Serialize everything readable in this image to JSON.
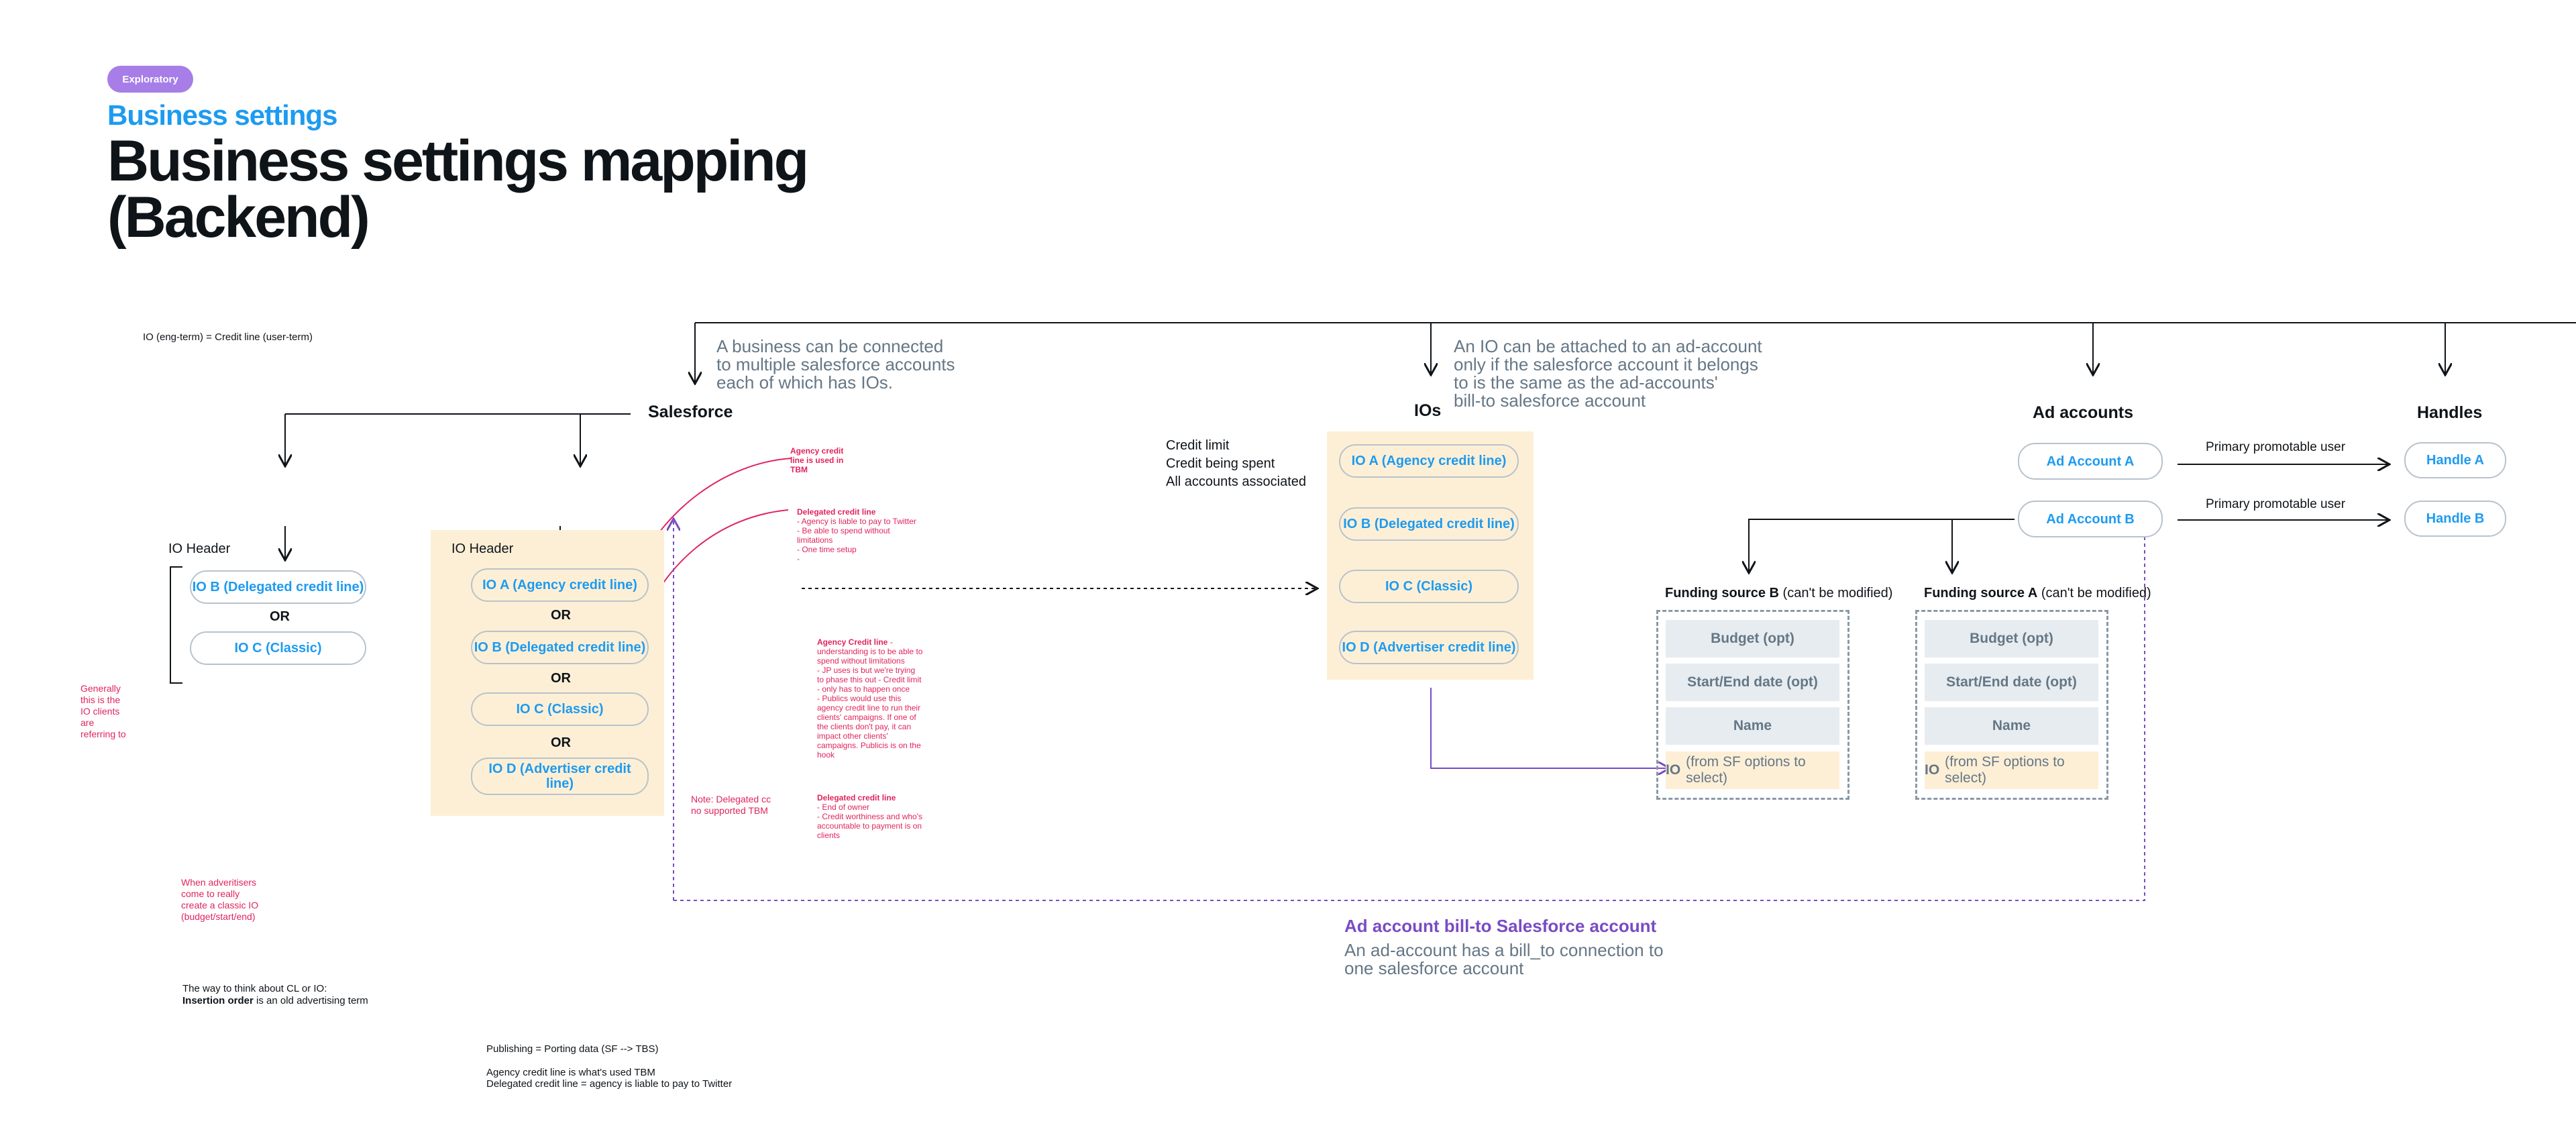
{
  "header": {
    "badge": "Exploratory",
    "kicker": "Business settings",
    "title_line1": "Business settings mapping",
    "title_line2": "(Backend)"
  },
  "notes": {
    "io_term": "IO (eng-term) = Credit line (user-term)",
    "generally": "Generally\nthis is the\nIO clients\nare\nreferring to",
    "advertisers": "When adveritisers\ncome to really\ncreate a classic IO\n(budget/start/end)",
    "think_line1": "The way to think about CL or IO:",
    "think_bold": "Insertion order",
    "think_rest": " is an old advertising term",
    "publishing": "Publishing = Porting data (SF -->  TBS)",
    "agency_used": "Agency credit line is what's used TBM",
    "delegated_liable": "Delegated credit line = agency is liable to pay to Twitter",
    "note_delegated": "Note: Delegated cc\nno supported TBM"
  },
  "red_notes": {
    "agency_used_title": "Agency credit\nline is used in\nTBM",
    "delegated_title": "Delegated credit line",
    "delegated_body": "- Agency is liable to pay to Twitter\n- Be able to spend without\nlimitations\n- One time setup\n-",
    "agency_title": "Agency Credit line",
    "agency_body": " -\nunderstanding is to be able to\nspend without limitations\n- JP uses is but we're trying\nto phase this out - Credit limit\n- only has to happen once\n- Publics would use this\nagency credit line to run their\nclients' campaigns. If one of\nthe clients don't pay, it can\nimpact other clients'\ncampaigns. Publicis is on the\nhook",
    "delegated2_title": "Delegated credit line",
    "delegated2_body": "- End of owner\n- Credit worthiness and who's\naccountable to payment is on\nclients"
  },
  "salesforce": {
    "heading": "Salesforce",
    "desc": "A business can be connected\nto multiple salesforce accounts\neach of which has IOs."
  },
  "left_group": {
    "header": "IO Header",
    "items": [
      "IO B (Delegated credit line)",
      "IO C (Classic)"
    ],
    "or": "OR"
  },
  "mid_group": {
    "header": "IO Header",
    "items": [
      "IO A (Agency credit line)",
      "IO B (Delegated credit line)",
      "IO C (Classic)",
      "IO D (Advertiser credit line)"
    ],
    "or": "OR"
  },
  "ios": {
    "heading": "IOs",
    "desc": "An IO can be attached to an ad-account\nonly if the salesforce account it belongs\nto is the same as the ad-accounts'\nbill-to salesforce account",
    "meta": "Credit limit\nCredit being spent\nAll accounts associated",
    "items": [
      "IO A (Agency credit line)",
      "IO B (Delegated credit line)",
      "IO C (Classic)",
      "IO D (Advertiser credit line)"
    ]
  },
  "ad_accounts": {
    "heading": "Ad accounts",
    "items": [
      "Ad Account A",
      "Ad Account B"
    ],
    "edge_label": "Primary promotable user"
  },
  "handles": {
    "heading": "Handles",
    "items": [
      "Handle A",
      "Handle B"
    ]
  },
  "funding_b": {
    "title_bold": "Funding source B",
    "title_rest": " (can't be modified)",
    "fields": [
      "Budget (opt)",
      "Start/End date (opt)",
      "Name"
    ],
    "io_prefix": "IO",
    "io_rest": "(from SF options to select)"
  },
  "funding_a": {
    "title_bold": "Funding source A",
    "title_rest": " (can't be modified)",
    "fields": [
      "Budget (opt)",
      "Start/End date (opt)",
      "Name"
    ],
    "io_prefix": "IO",
    "io_rest": "(from SF options to select)"
  },
  "bill_to": {
    "heading": "Ad account bill-to Salesforce account",
    "desc": "An ad-account has a bill_to connection to\none salesforce account"
  },
  "colors": {
    "accent_blue": "#1d9bf0",
    "peach": "#fdefd6",
    "red_note": "#e0245e",
    "purple": "#794bc4",
    "badge": "#a77de8"
  }
}
